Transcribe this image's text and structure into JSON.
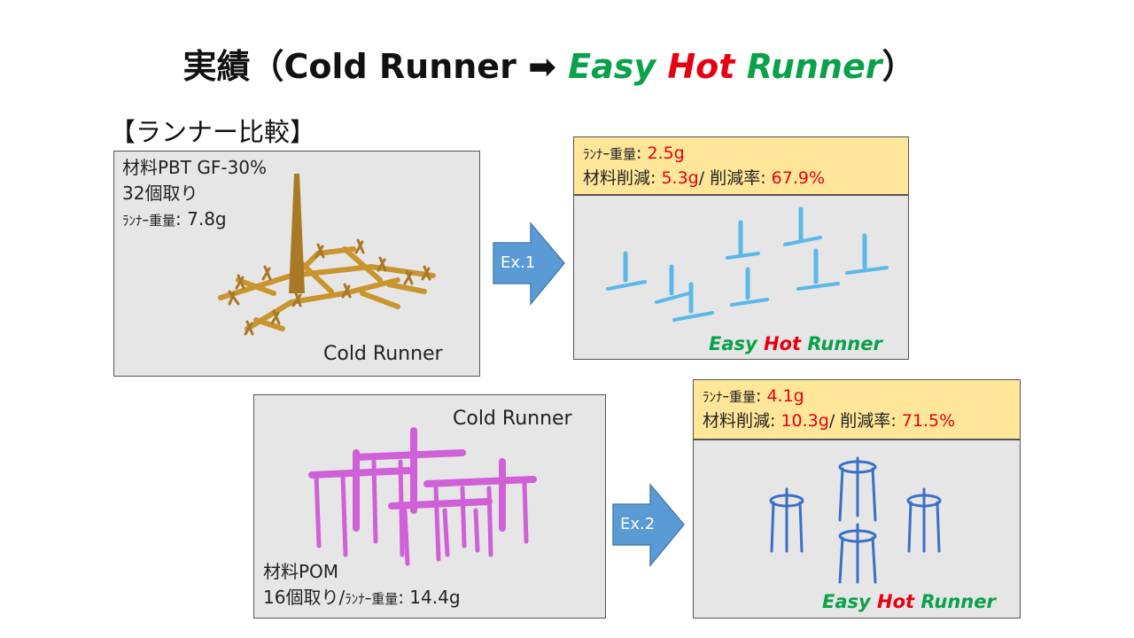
{
  "title": {
    "prefix": "実績（Cold Runner ",
    "arrow": "➡",
    "easy": "Easy",
    "hot": "Hot",
    "runner": "Runner",
    "suffix": "）"
  },
  "section": "【ランナー比較】",
  "ex1": {
    "cold": {
      "material": "材料PBT GF-30%",
      "cavities": "32個取り",
      "runner_weight_label": "ﾗﾝﾅｰ重量",
      "runner_weight_value": ": 7.8g",
      "caption": "Cold Runner"
    },
    "arrow_label": "Ex.1",
    "hot": {
      "runner_weight_label": "ﾗﾝﾅｰ重量",
      "runner_weight_value": "2.5g",
      "reduction_label": "材料削減",
      "reduction_value": "5.3g",
      "rate_label": "削減率",
      "rate_value": "67.9%",
      "sep": "/ ",
      "colon": ": "
    },
    "caption": {
      "easy": "Easy ",
      "hot": "Hot ",
      "runner": "Runner"
    }
  },
  "ex2": {
    "cold": {
      "caption": "Cold Runner",
      "material": "材料POM",
      "cavities": "16個取り/",
      "runner_weight_label": "ﾗﾝﾅｰ重量",
      "runner_weight_value": ": 14.4g"
    },
    "arrow_label": "Ex.2",
    "hot": {
      "runner_weight_label": "ﾗﾝﾅｰ重量",
      "runner_weight_value": "4.1g",
      "reduction_label": "材料削減",
      "reduction_value": "10.3g",
      "rate_label": "削減率",
      "rate_value": "71.5%",
      "sep": "/ ",
      "colon": ": "
    },
    "caption": {
      "easy": "Easy ",
      "hot": "Hot ",
      "runner": "Runner"
    }
  },
  "colors": {
    "green": "#0aa14a",
    "red": "#e60012",
    "arrow_blue": "#5b9bd5",
    "info_yellow": "#ffe699",
    "panel_gray": "#e6e6e6",
    "cold_runner_1": "#c8952e",
    "cold_runner_2": "#d060d8",
    "hot_runner_1": "#5bb8e8",
    "hot_runner_2": "#3a6fc8"
  },
  "icons": [
    "right-arrow-icon"
  ]
}
